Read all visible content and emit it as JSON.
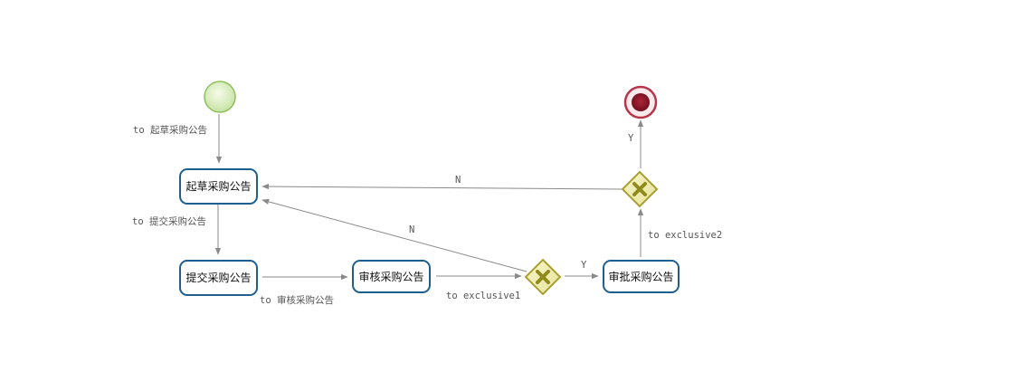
{
  "diagram": {
    "nodes": {
      "start": {
        "type": "start-event"
      },
      "end": {
        "type": "end-event"
      },
      "draft": {
        "type": "user-task",
        "label": "起草采购公告"
      },
      "submit": {
        "type": "user-task",
        "label": "提交采购公告"
      },
      "review": {
        "type": "user-task",
        "label": "审核采购公告"
      },
      "approve": {
        "type": "user-task",
        "label": "审批采购公告"
      },
      "gateway1": {
        "type": "exclusive-gateway"
      },
      "gateway2": {
        "type": "exclusive-gateway"
      }
    },
    "edges": {
      "start_to_draft": "to 起草采购公告",
      "draft_to_submit": "to 提交采购公告",
      "submit_to_review": "to 审核采购公告",
      "review_to_gateway1": "to exclusive1",
      "gateway1_to_approve": "Y",
      "gateway1_to_draft": "N",
      "approve_to_gateway2": "to exclusive2",
      "gateway2_to_end": "Y",
      "gateway2_to_draft": "N"
    }
  }
}
